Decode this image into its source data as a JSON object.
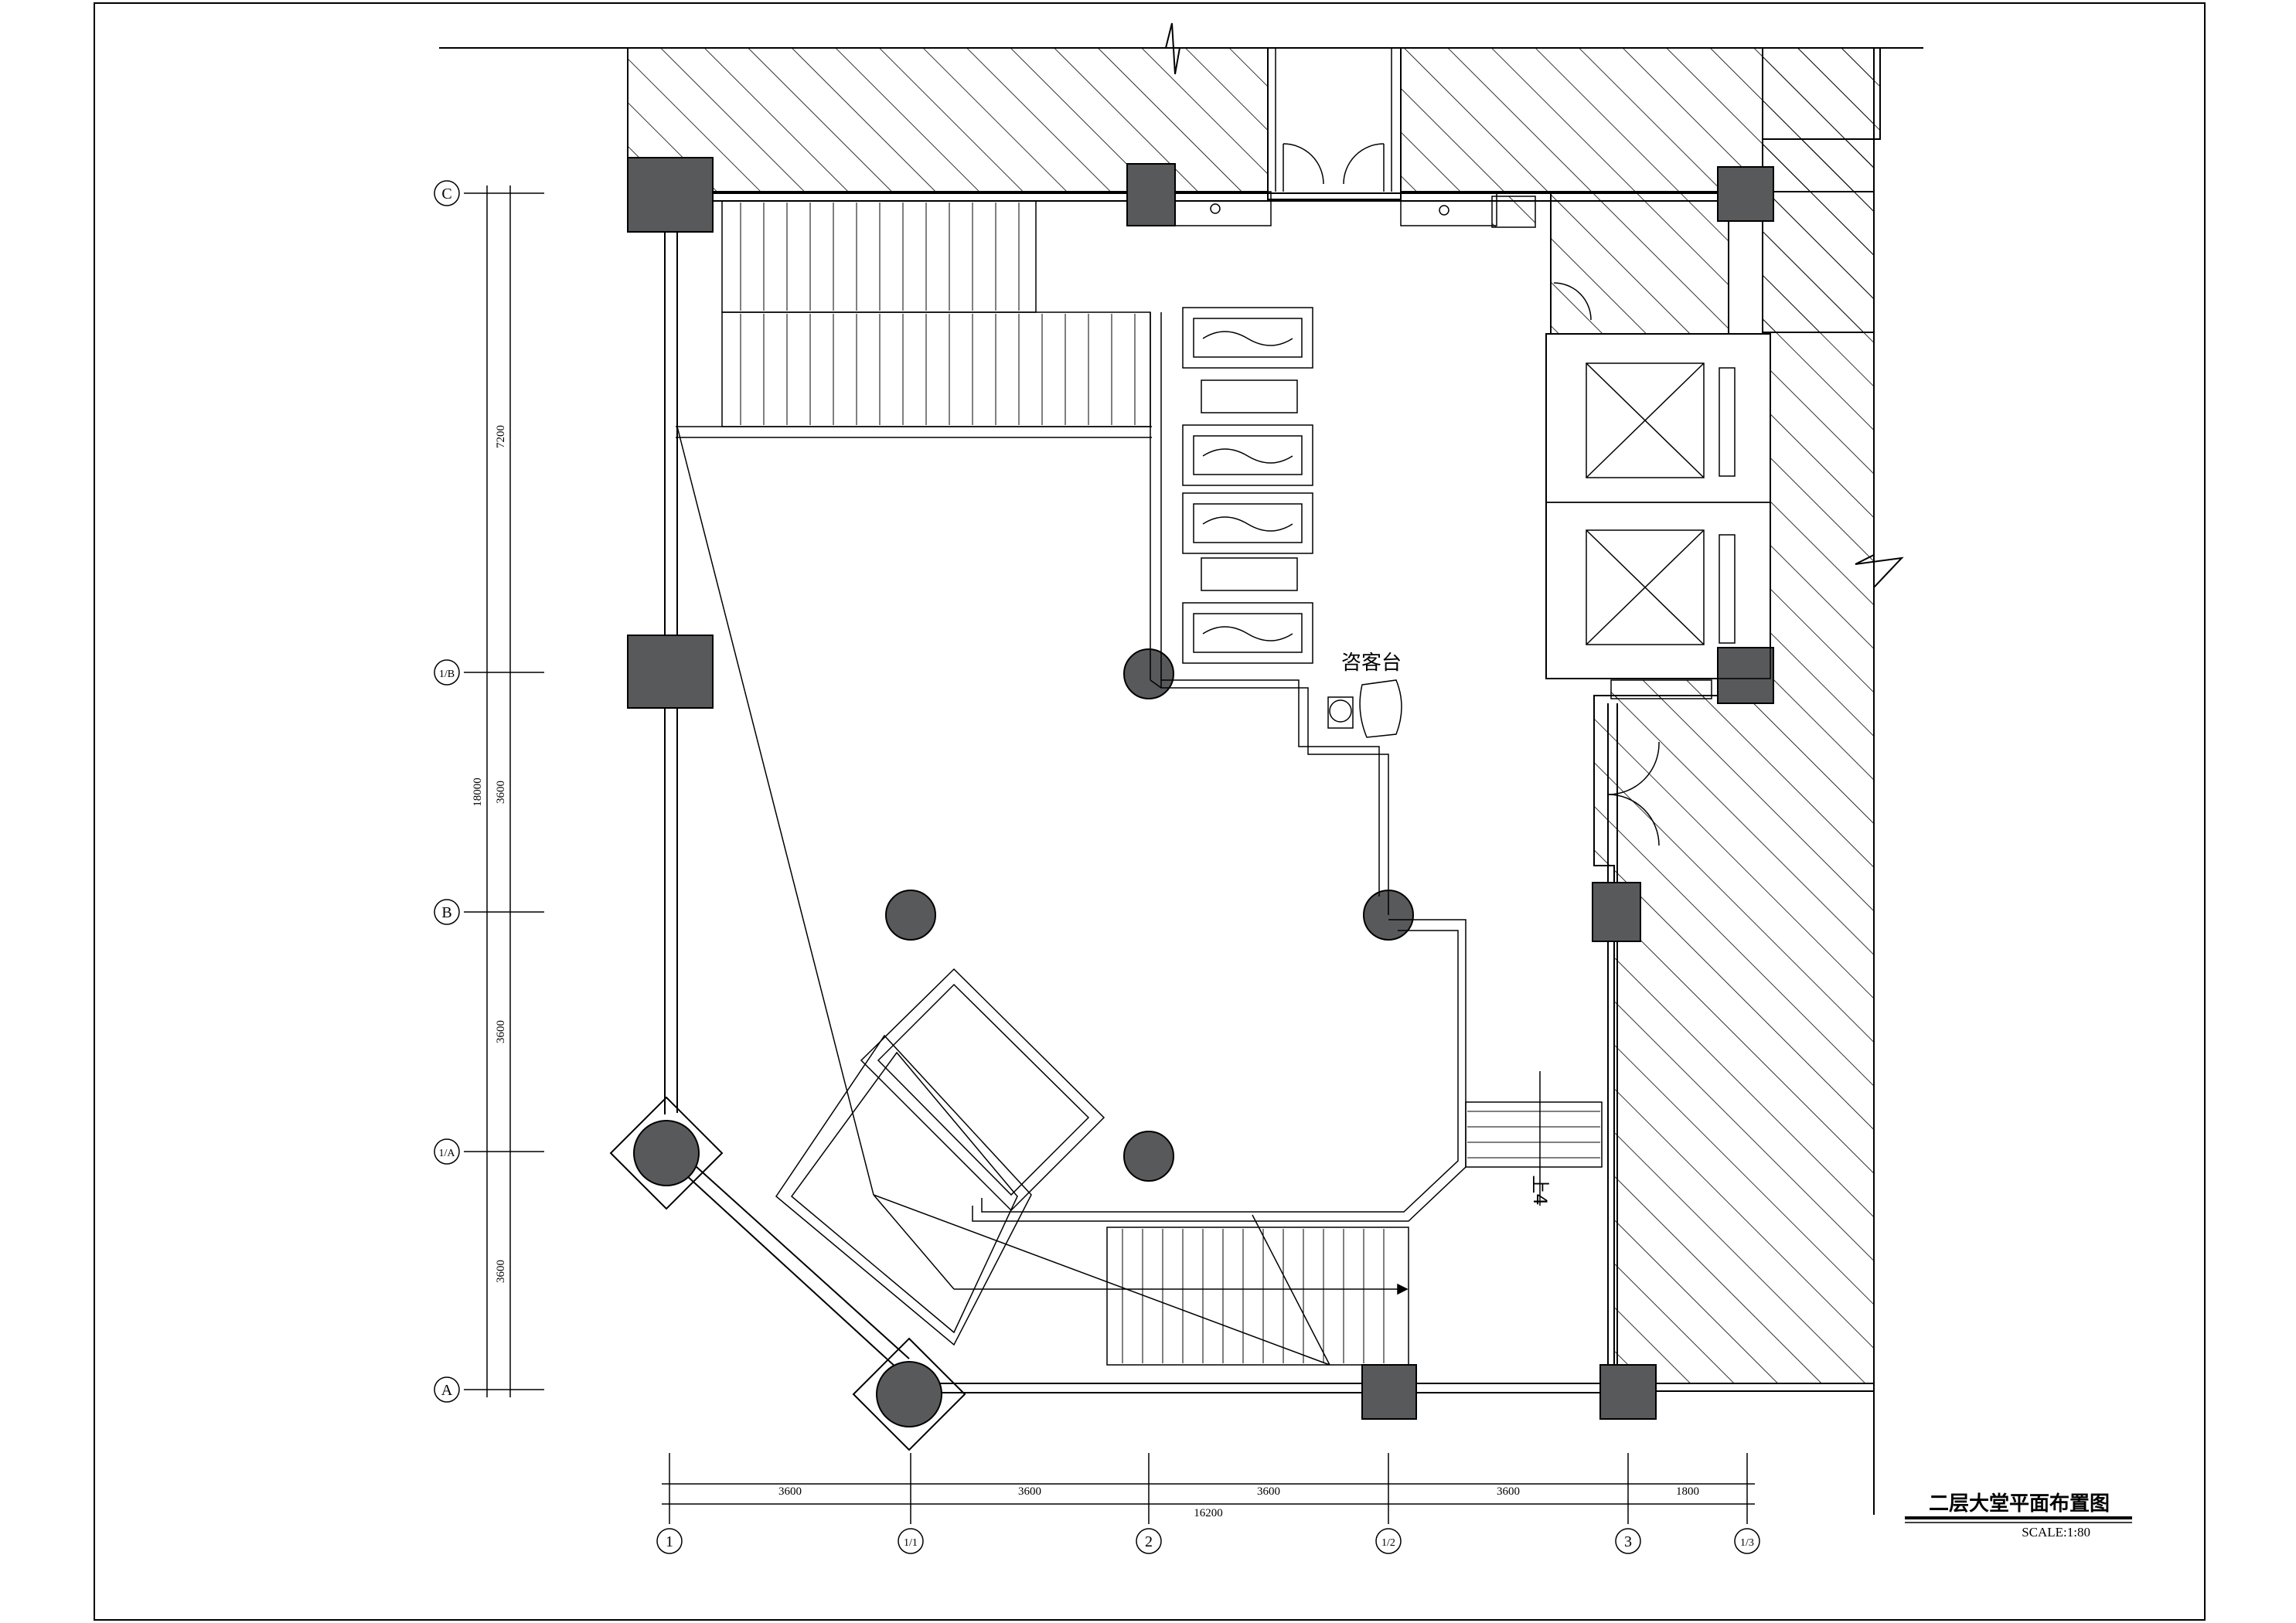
{
  "drawing": {
    "title": "二层大堂平面布置图",
    "scale": "SCALE:1:80",
    "room_label": "咨客台",
    "stair_label": "上4"
  },
  "grid": {
    "rows": [
      "C",
      "1/B",
      "B",
      "1/A",
      "A"
    ],
    "columns": [
      "1",
      "1/1",
      "2",
      "1/2",
      "3",
      "1/3"
    ]
  },
  "dimensions": {
    "vertical_segments": [
      "7200",
      "3600",
      "3600",
      "3600"
    ],
    "vertical_total": "18000",
    "horizontal_segments": [
      "3600",
      "3600",
      "3600",
      "3600",
      "1800"
    ],
    "horizontal_total": "16200"
  },
  "colors": {
    "line": "#000000",
    "column_fill": "#58595b",
    "background": "#ffffff"
  }
}
